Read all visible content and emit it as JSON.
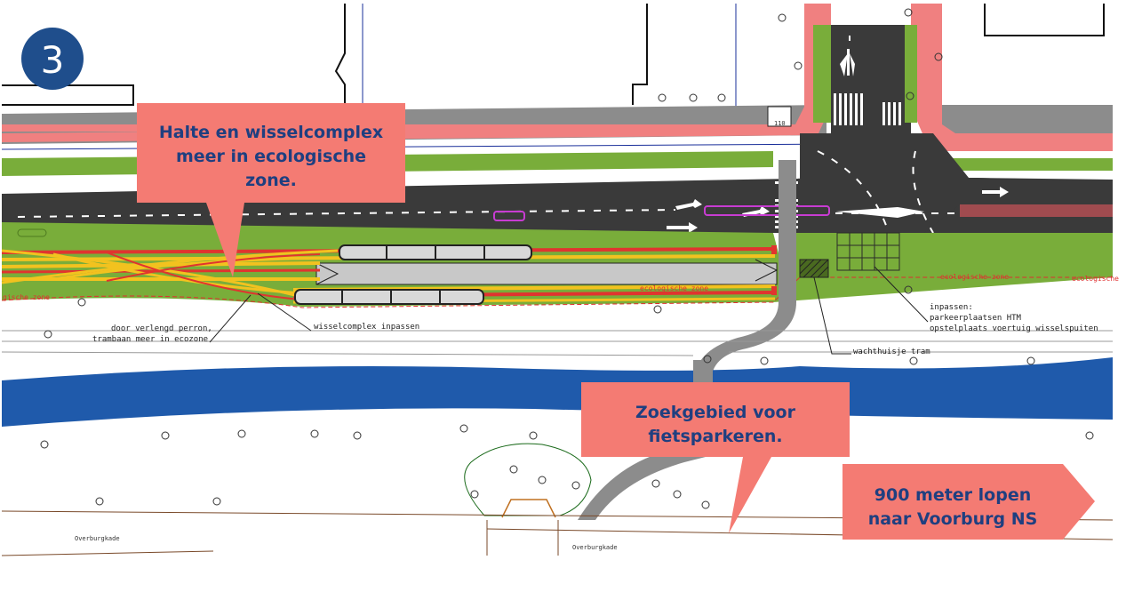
{
  "badge": {
    "number": "3",
    "color": "#1f4e8c"
  },
  "callouts": {
    "halte": {
      "lines": [
        "Halte en wisselcomplex",
        "meer in ecologische",
        "zone."
      ]
    },
    "fiets": {
      "lines": [
        "Zoekgebied voor",
        "fietsparkeren."
      ]
    },
    "lopen": {
      "lines": [
        "900 meter lopen",
        "naar Voorburg NS"
      ]
    },
    "fill": "#f47b73",
    "text_color": "#1f3f80"
  },
  "plan_labels": {
    "perron_1": "door verlengd perron,",
    "perron_2": "trambaan meer in ecozone",
    "wissel": "wisselcomplex inpassen",
    "inpassen_1": "inpassen:",
    "inpassen_2": "parkeerplaatsen HTM",
    "inpassen_3": "opstelplaats voertuig wisselspuiten",
    "wachthuisje": "wachthuisje tram",
    "eco_left": "gische zone",
    "eco_mid": "ecologische zone",
    "eco_right": "ecologische zone",
    "eco_far": "ecologische",
    "street_1": "Overburgkade",
    "street_2": "Overburgkade",
    "parking_num": "110"
  },
  "colors": {
    "road": "#3a3a3a",
    "sidewalk": "#8c8c8c",
    "bike": "#f08080",
    "green": "#79ad3a",
    "water": "#1f5aab",
    "track_yellow": "#f2c21f",
    "track_red": "#e0342f",
    "dark_red": "#a04b4f",
    "platform": "#c8c8c8"
  }
}
